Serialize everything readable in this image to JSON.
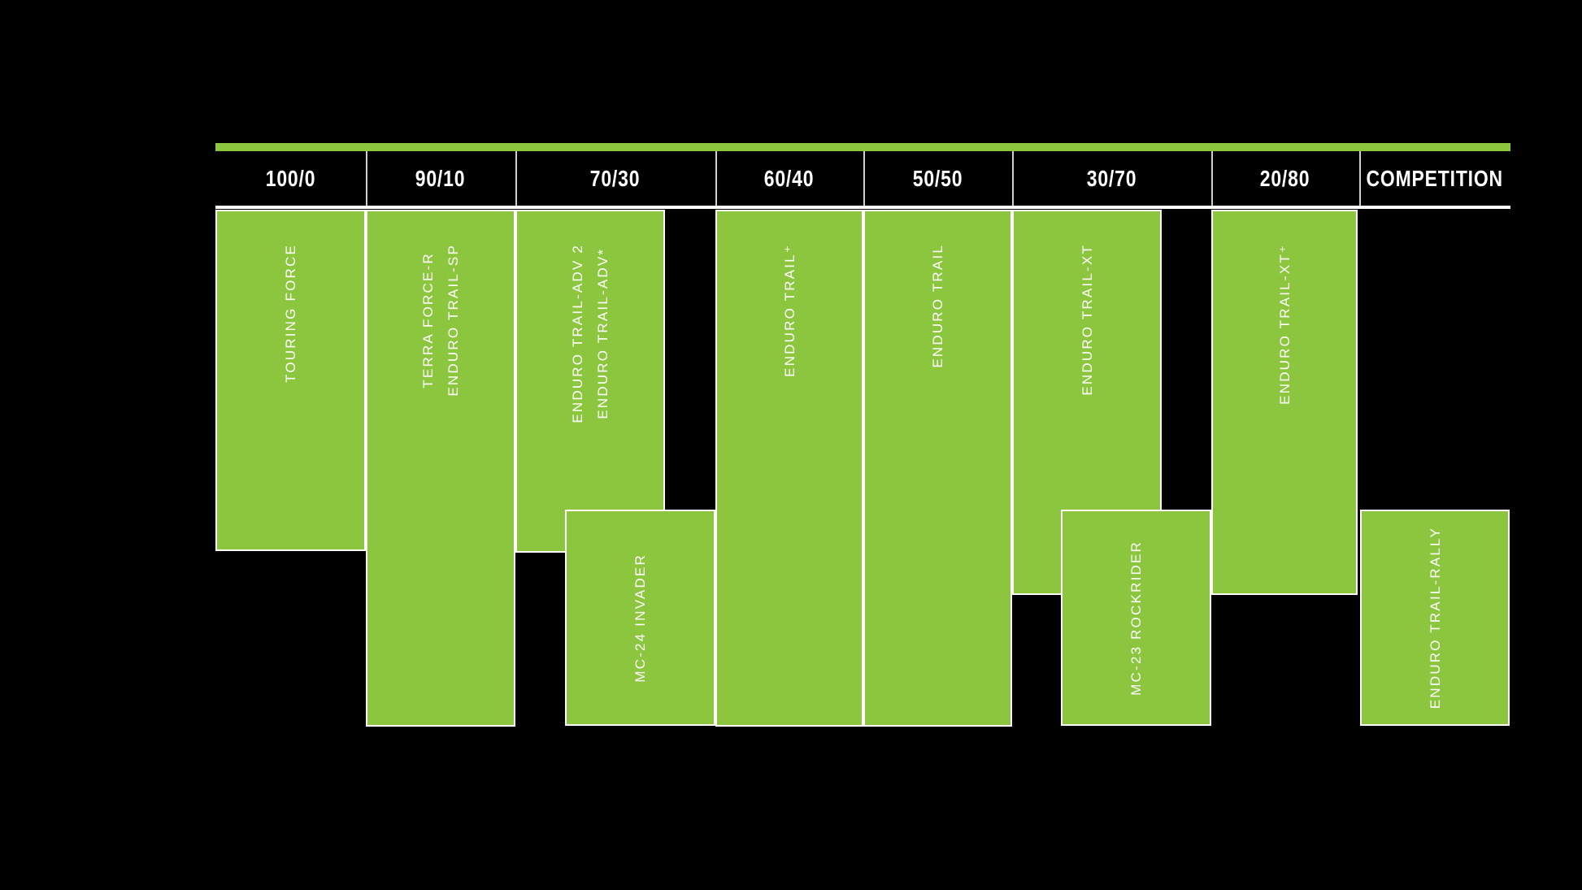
{
  "header": {
    "columns": [
      "100/0",
      "90/10",
      "70/30",
      "60/40",
      "50/50",
      "30/70",
      "20/80",
      "COMPETITION"
    ]
  },
  "blocks": [
    {
      "name": "touring-force",
      "lines": [
        "TOURING FORCE"
      ]
    },
    {
      "name": "terra-force-r",
      "lines": [
        "TERRA FORCE-R",
        "ENDURO TRAIL-SP"
      ]
    },
    {
      "name": "enduro-trail-adv-2",
      "lines": [
        "ENDURO TRAIL-ADV 2",
        "ENDURO TRAIL-ADV*"
      ]
    },
    {
      "name": "enduro-trail-plus",
      "lines": [
        "ENDURO TRAIL⁺"
      ]
    },
    {
      "name": "enduro-trail",
      "lines": [
        "ENDURO TRAIL"
      ]
    },
    {
      "name": "enduro-trail-xt",
      "lines": [
        "ENDURO TRAIL-XT"
      ]
    },
    {
      "name": "enduro-trail-xt-plus",
      "lines": [
        "ENDURO TRAIL-XT⁺"
      ]
    },
    {
      "name": "mc-24-invader",
      "lines": [
        "MC-24 INVADER"
      ]
    },
    {
      "name": "mc-23-rockrider",
      "lines": [
        "MC-23 ROCKRIDER"
      ]
    },
    {
      "name": "enduro-trail-rally",
      "lines": [
        "ENDURO TRAIL-RALLY"
      ]
    }
  ],
  "colors": {
    "green": "#8CC63F",
    "background": "#000000",
    "rule": "#FFFFFF",
    "header_text": "#FFFFFF"
  },
  "chart_data": {
    "type": "table",
    "title": "",
    "categories": [
      "100/0",
      "90/10",
      "70/30",
      "60/40",
      "50/50",
      "30/70",
      "20/80",
      "COMPETITION"
    ],
    "grid": false,
    "legend_position": "none",
    "products": [
      {
        "name": "TOURING FORCE",
        "column": "100/0",
        "row": "upper",
        "extent": "medium height"
      },
      {
        "name": "TERRA FORCE-R / ENDURO TRAIL-SP",
        "column": "90/10",
        "row": "full",
        "extent": "full height"
      },
      {
        "name": "ENDURO TRAIL-ADV 2 / ENDURO TRAIL-ADV*",
        "column": "70/30",
        "row": "upper",
        "extent": "left 75% of column, medium height"
      },
      {
        "name": "MC-24 INVADER",
        "column": "70/30",
        "row": "lower",
        "extent": "right 75% of column"
      },
      {
        "name": "ENDURO TRAIL+",
        "column": "60/40",
        "row": "full",
        "extent": "full height"
      },
      {
        "name": "ENDURO TRAIL",
        "column": "50/50",
        "row": "full",
        "extent": "full height"
      },
      {
        "name": "ENDURO TRAIL-XT",
        "column": "30/70",
        "row": "upper",
        "extent": "left 75% of column, tall"
      },
      {
        "name": "MC-23 ROCKRIDER",
        "column": "30/70",
        "row": "lower",
        "extent": "right 75% of column"
      },
      {
        "name": "ENDURO TRAIL-XT+",
        "column": "20/80",
        "row": "upper",
        "extent": "tall"
      },
      {
        "name": "ENDURO TRAIL-RALLY",
        "column": "COMPETITION",
        "row": "lower",
        "extent": "full column width"
      }
    ]
  }
}
